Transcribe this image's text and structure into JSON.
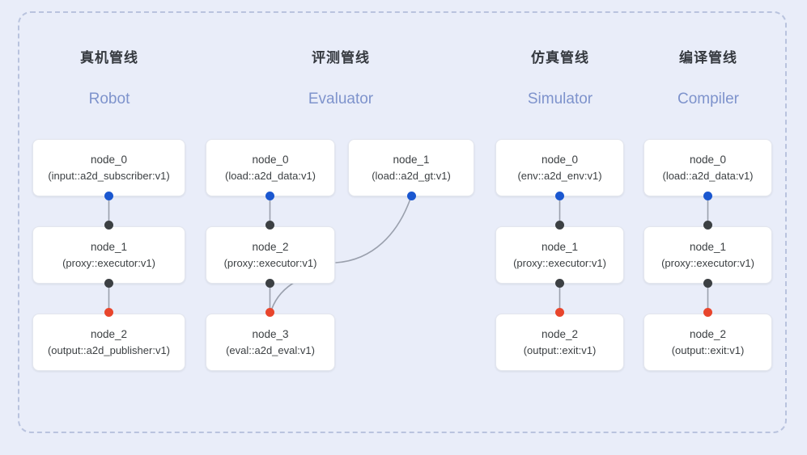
{
  "diagram": {
    "background_color": "#e9edf9",
    "frame_border_color": "#b9c3de",
    "card_bg": "#ffffff",
    "card_border": "#e3e6ee",
    "heading_color": "#35393f",
    "subtitle_color": "#7e93cc",
    "edge_color": "#9aa0ad",
    "port_colors": {
      "output": "#1a57d0",
      "relay": "#3c4043",
      "terminal": "#e8452c"
    }
  },
  "columns": [
    {
      "id": "robot",
      "title_cn": "真机管线",
      "title_en": "Robot",
      "nodes": [
        {
          "name": "node_0",
          "type": "(input::a2d_subscriber:v1)"
        },
        {
          "name": "node_1",
          "type": "(proxy::executor:v1)"
        },
        {
          "name": "node_2",
          "type": "(output::a2d_publisher:v1)"
        }
      ]
    },
    {
      "id": "evaluator",
      "title_cn": "评测管线",
      "title_en": "Evaluator",
      "nodes": [
        {
          "name": "node_0",
          "type": "(load::a2d_data:v1)"
        },
        {
          "name": "node_1",
          "type": "(load::a2d_gt:v1)"
        },
        {
          "name": "node_2",
          "type": "(proxy::executor:v1)"
        },
        {
          "name": "node_3",
          "type": "(eval::a2d_eval:v1)"
        }
      ]
    },
    {
      "id": "simulator",
      "title_cn": "仿真管线",
      "title_en": "Simulator",
      "nodes": [
        {
          "name": "node_0",
          "type": "(env::a2d_env:v1)"
        },
        {
          "name": "node_1",
          "type": "(proxy::executor:v1)"
        },
        {
          "name": "node_2",
          "type": "(output::exit:v1)"
        }
      ]
    },
    {
      "id": "compiler",
      "title_cn": "编译管线",
      "title_en": "Compiler",
      "nodes": [
        {
          "name": "node_0",
          "type": "(load::a2d_data:v1)"
        },
        {
          "name": "node_1",
          "type": "(proxy::executor:v1)"
        },
        {
          "name": "node_2",
          "type": "(output::exit:v1)"
        }
      ]
    }
  ]
}
